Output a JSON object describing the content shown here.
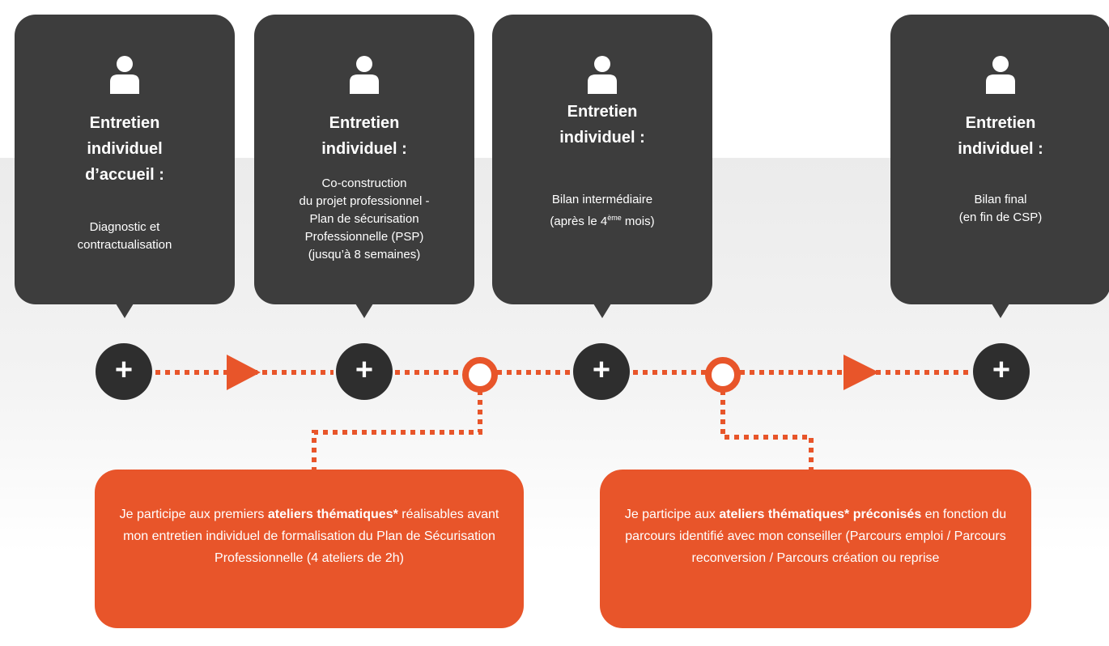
{
  "colors": {
    "card": "#3d3d3d",
    "accent": "#e8552a",
    "node": "#2e2e2e"
  },
  "icons": {
    "person": "person-icon",
    "plus": "plus-icon"
  },
  "steps": [
    {
      "title": [
        "Entretien",
        "individuel",
        "d’accueil :"
      ],
      "desc": [
        "Diagnostic et",
        "contractualisation"
      ]
    },
    {
      "title": [
        "Entretien",
        "individuel :"
      ],
      "desc": [
        "Co-construction",
        "du projet professionnel -",
        "Plan de sécurisation",
        "Professionnelle (PSP)",
        "(jusqu’à 8 semaines)"
      ]
    },
    {
      "title": [
        "Entretien",
        "individuel :"
      ],
      "desc": [
        "Bilan intermédiaire"
      ],
      "desc_ordinal": {
        "before": "(après le 4",
        "sup": "ème",
        "after": " mois)"
      }
    },
    {
      "title": [
        "Entretien",
        "individuel :"
      ],
      "desc": [
        "Bilan final",
        "(en fin de CSP)"
      ]
    }
  ],
  "node_symbol": "+",
  "workshops": [
    {
      "segments": [
        {
          "t": "Je participe aux premiers ",
          "b": false
        },
        {
          "t": "ateliers thématiques*",
          "b": true
        },
        {
          "t": " réalisables avant mon entretien individuel de formalisation du Plan de Sécurisation Professionnelle (4 ateliers de 2h)",
          "b": false
        }
      ]
    },
    {
      "segments": [
        {
          "t": "Je participe aux ",
          "b": false
        },
        {
          "t": "ateliers thématiques* préconisés",
          "b": true
        },
        {
          "t": " en fonction du parcours identifié avec mon conseiller (Parcours emploi / Parcours reconversion / Parcours création ou reprise",
          "b": false
        }
      ]
    }
  ]
}
